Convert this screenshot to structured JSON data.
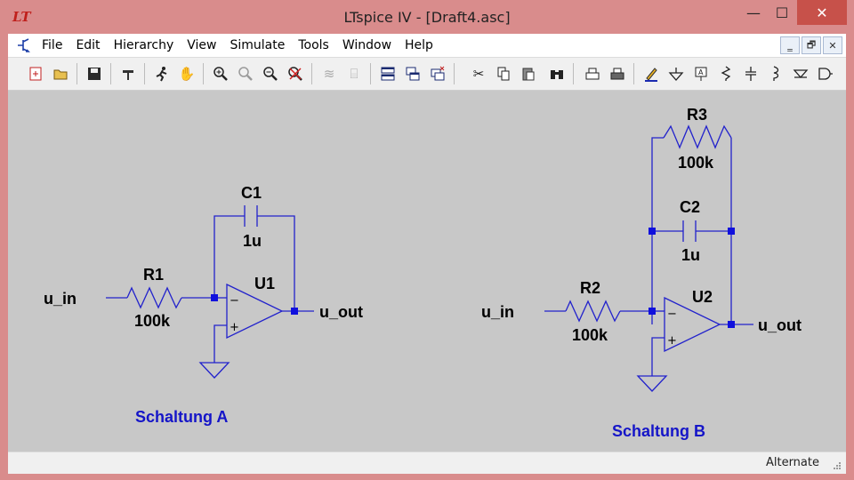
{
  "window": {
    "title": "LTspice IV - [Draft4.asc]",
    "app_icon": "LT",
    "controls": {
      "minimize": "—",
      "maximize": "☐",
      "close": "✕"
    }
  },
  "menubar": {
    "items": [
      "File",
      "Edit",
      "Hierarchy",
      "View",
      "Simulate",
      "Tools",
      "Window",
      "Help"
    ],
    "mdi_controls": [
      "‗",
      "🗗",
      "✕"
    ]
  },
  "toolbar": {
    "buttons": [
      {
        "name": "new-schematic",
        "icon": "new-icon"
      },
      {
        "name": "open",
        "icon": "open-folder-icon"
      },
      {
        "name": "save",
        "icon": "save-icon"
      },
      {
        "name": "control-panel",
        "icon": "hammer-icon"
      },
      {
        "name": "run",
        "icon": "run-icon"
      },
      {
        "name": "halt",
        "icon": "hand-icon"
      },
      {
        "name": "zoom-in",
        "icon": "zoom-in-icon"
      },
      {
        "name": "pan",
        "icon": "pan-icon"
      },
      {
        "name": "zoom-out",
        "icon": "zoom-out-icon"
      },
      {
        "name": "zoom-fit",
        "icon": "zoom-fit-icon"
      },
      {
        "name": "autorange",
        "icon": "autorange-icon"
      },
      {
        "name": "trace",
        "icon": "trace-icon"
      },
      {
        "name": "tile-horizontal",
        "icon": "tile-h-icon"
      },
      {
        "name": "cascade",
        "icon": "cascade-icon"
      },
      {
        "name": "close-windows",
        "icon": "close-windows-icon"
      },
      {
        "name": "cut",
        "icon": "scissors-icon"
      },
      {
        "name": "copy",
        "icon": "copy-icon"
      },
      {
        "name": "paste",
        "icon": "paste-icon"
      },
      {
        "name": "find",
        "icon": "binoculars-icon"
      },
      {
        "name": "print-setup",
        "icon": "print-setup-icon"
      },
      {
        "name": "print",
        "icon": "printer-icon"
      },
      {
        "name": "draw-wire",
        "icon": "pencil-icon"
      },
      {
        "name": "ground",
        "icon": "ground-icon"
      },
      {
        "name": "label-net",
        "icon": "label-icon"
      },
      {
        "name": "resistor",
        "icon": "resistor-icon"
      },
      {
        "name": "capacitor",
        "icon": "capacitor-icon"
      },
      {
        "name": "inductor",
        "icon": "inductor-icon"
      },
      {
        "name": "diode",
        "icon": "diode-icon"
      },
      {
        "name": "component",
        "icon": "component-icon"
      }
    ]
  },
  "schematic": {
    "colors": {
      "wire": "#2222cc",
      "label": "#000000",
      "title_text": "#1515c8",
      "background": "#c8c8c8"
    },
    "circuit_a": {
      "title": "Schaltung A",
      "input": "u_in",
      "output": "u_out",
      "resistor": {
        "ref": "R1",
        "value": "100k"
      },
      "capacitor": {
        "ref": "C1",
        "value": "1u"
      },
      "opamp": {
        "ref": "U1",
        "minus": "−",
        "plus": "+"
      }
    },
    "circuit_b": {
      "title": "Schaltung B",
      "input": "u_in",
      "output": "u_out",
      "resistor_in": {
        "ref": "R2",
        "value": "100k"
      },
      "resistor_fb": {
        "ref": "R3",
        "value": "100k"
      },
      "capacitor": {
        "ref": "C2",
        "value": "1u"
      },
      "opamp": {
        "ref": "U2",
        "minus": "−",
        "plus": "+"
      }
    }
  },
  "statusbar": {
    "mode": "Alternate"
  }
}
